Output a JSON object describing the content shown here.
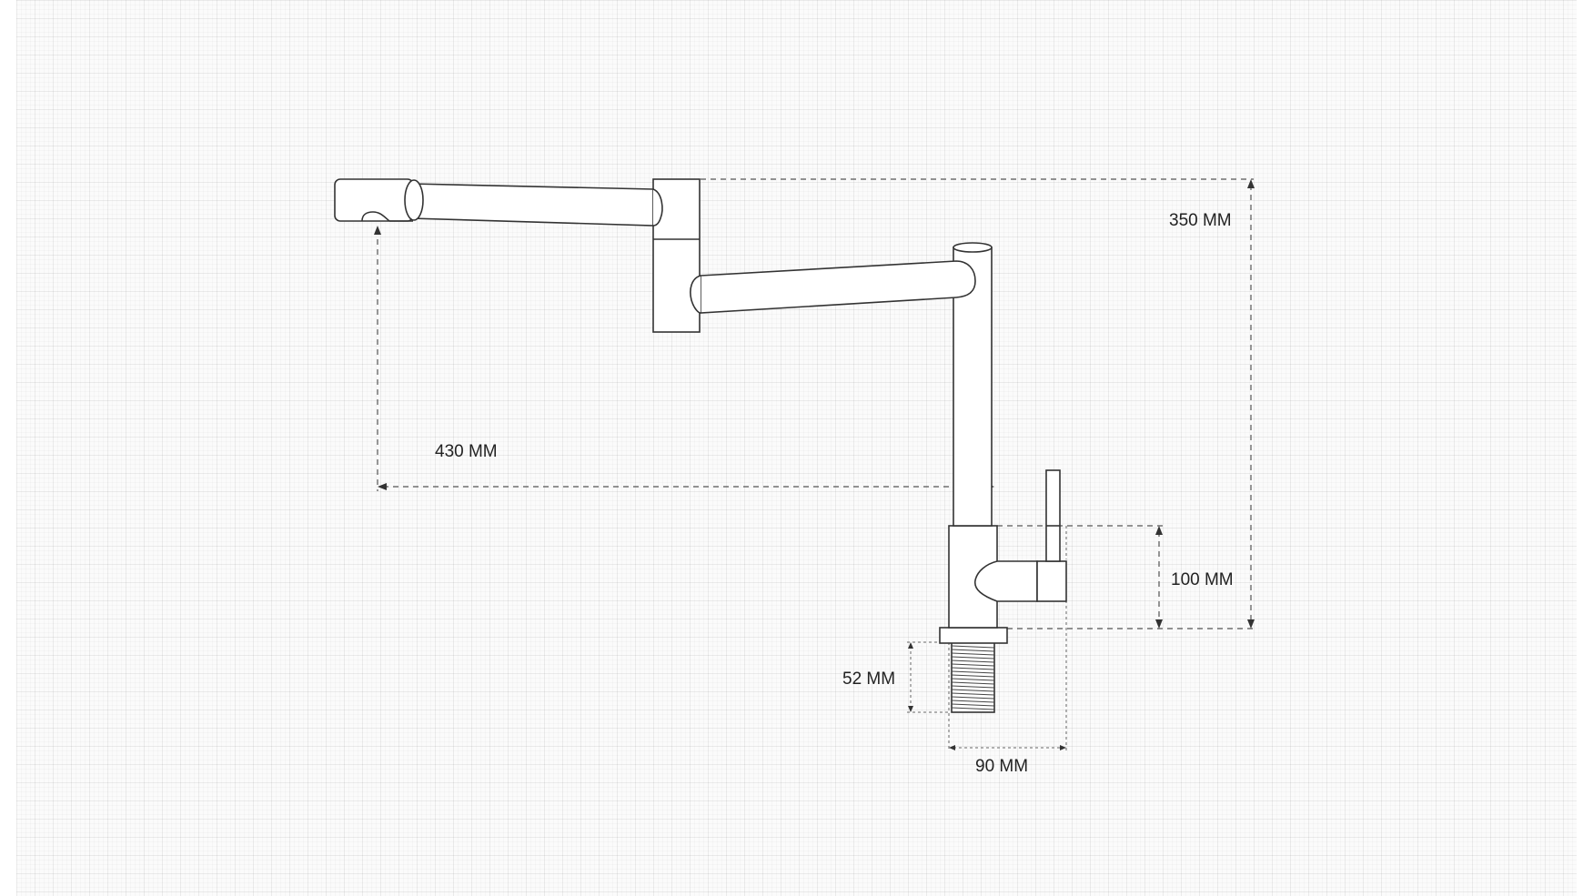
{
  "dimensions": {
    "height_total": "350 MM",
    "reach": "430 MM",
    "base_height": "100 MM",
    "thread_length": "52 MM",
    "base_width": "90 MM"
  }
}
